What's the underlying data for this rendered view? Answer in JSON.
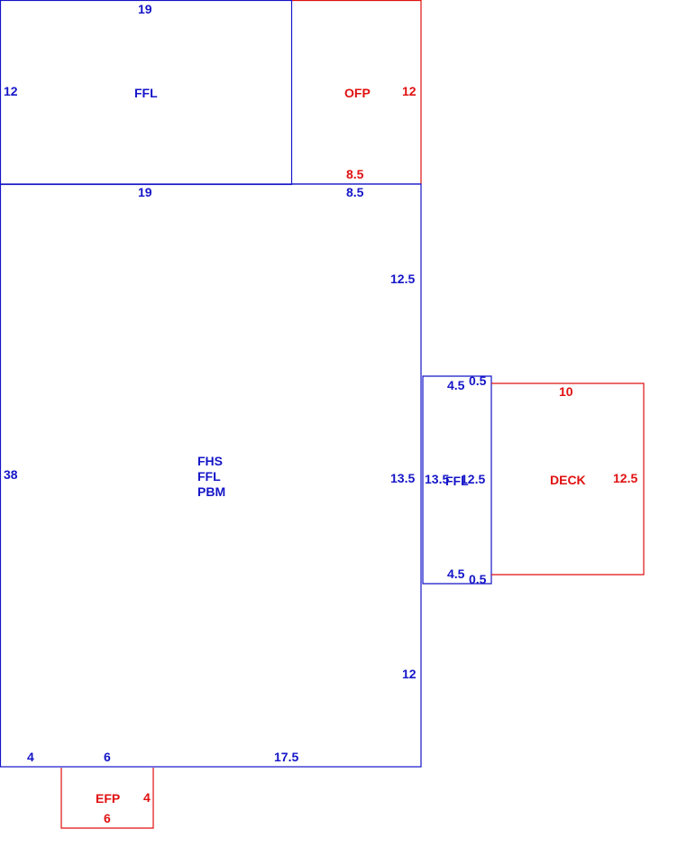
{
  "colors": {
    "living_area": "#1515c8",
    "exterior": "#e01010"
  },
  "areas": {
    "upper_ffl": {
      "name": "FFL"
    },
    "ofp": {
      "name": "OFP"
    },
    "main": {
      "line1": "FHS",
      "line2": "FFL",
      "line3": "PBM"
    },
    "side_ffl": {
      "name": "FFL"
    },
    "deck": {
      "name": "DECK"
    },
    "efp": {
      "name": "EFP"
    }
  },
  "dims": {
    "upper_top": "19",
    "upper_left": "12",
    "ofp_right": "12",
    "ofp_bottom": "8.5",
    "main_top_left": "19",
    "main_top_right": "8.5",
    "main_right_upper": "12.5",
    "main_left": "38",
    "main_right_mid": "13.5",
    "main_right_lower": "12",
    "main_bottom_a": "4",
    "main_bottom_b": "6",
    "main_bottom_c": "17.5",
    "side_top": "4.5",
    "side_top_step": "0.5",
    "side_left": "13.5",
    "side_right": "12.5",
    "side_bottom": "4.5",
    "side_bottom_step": "0.5",
    "deck_top": "10",
    "deck_right": "12.5",
    "efp_right": "4",
    "efp_bottom": "6"
  }
}
